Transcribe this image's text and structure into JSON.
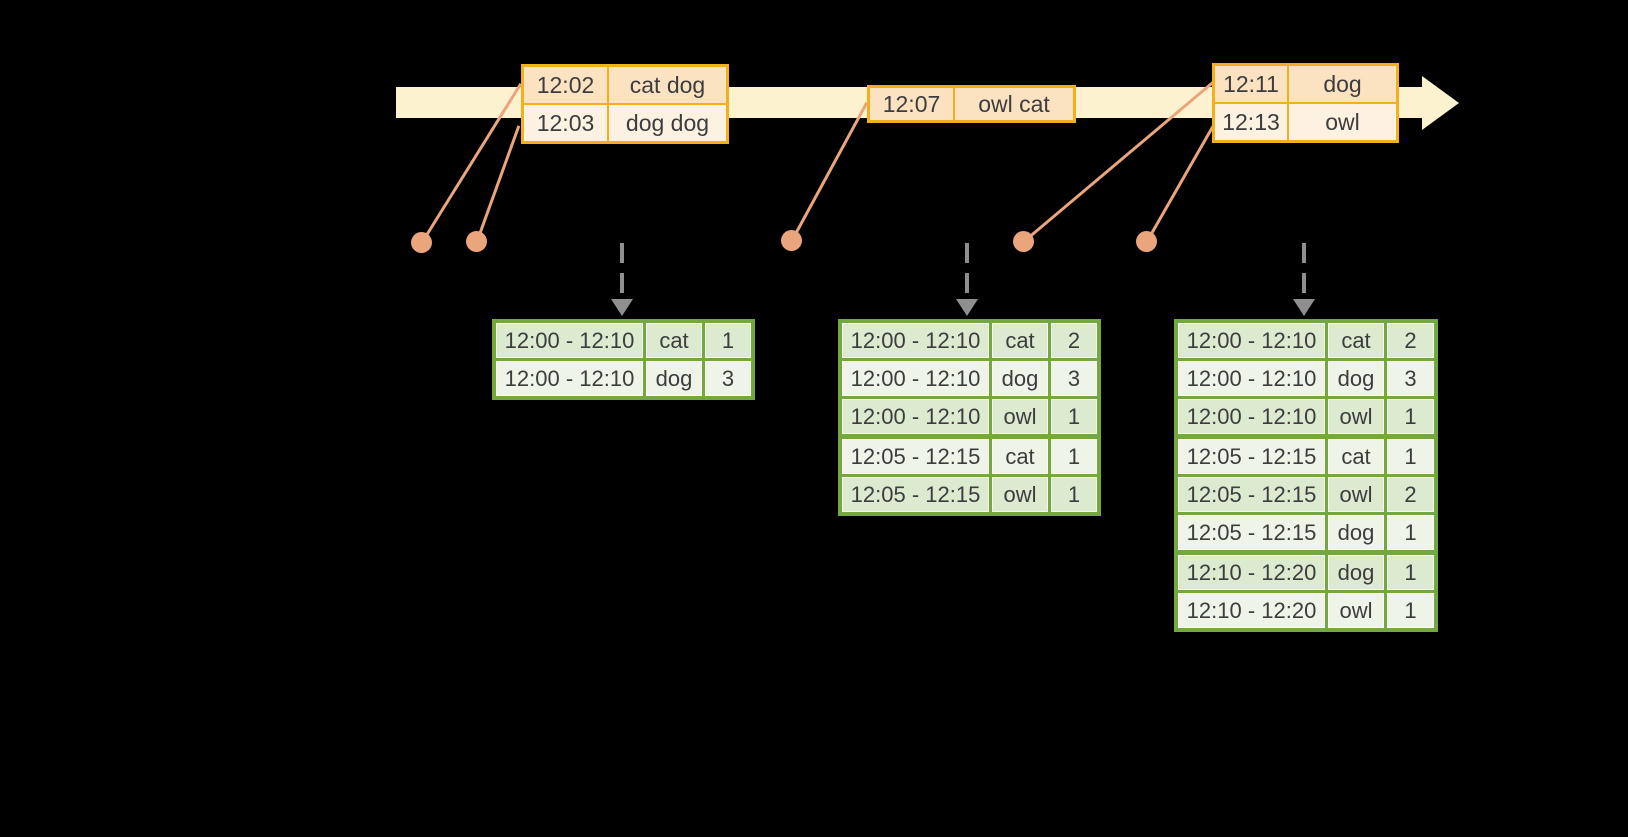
{
  "diagram": {
    "colors": {
      "background": "#000000",
      "timeline_fill": "#fdf2cf",
      "event_table_border": "#f2b01c",
      "event_row_odd": "#fbe2c1",
      "event_row_even": "#fdf2e2",
      "connector": "#eaa57d",
      "result_table_border": "#74a83e",
      "result_row_odd": "#dcead0",
      "result_row_even": "#eff4e9",
      "trigger_arrow": "#8f8f8f",
      "text": "#3d3d3d"
    },
    "event_stream_tables": [
      {
        "rows": [
          [
            "12:02",
            "cat dog"
          ],
          [
            "12:03",
            "dog dog"
          ]
        ]
      },
      {
        "rows": [
          [
            "12:07",
            "owl cat"
          ]
        ]
      },
      {
        "rows": [
          [
            "12:11",
            "dog"
          ],
          [
            "12:13",
            "owl"
          ]
        ]
      }
    ],
    "result_tables": [
      {
        "rows": [
          [
            "12:00 - 12:10",
            "cat",
            "1"
          ],
          [
            "12:00 - 12:10",
            "dog",
            "3"
          ]
        ]
      },
      {
        "rows": [
          [
            "12:00 - 12:10",
            "cat",
            "2"
          ],
          [
            "12:00 - 12:10",
            "dog",
            "3"
          ],
          [
            "12:00 - 12:10",
            "owl",
            "1"
          ],
          [
            "12:05 - 12:15",
            "cat",
            "1"
          ],
          [
            "12:05 - 12:15",
            "owl",
            "1"
          ]
        ]
      },
      {
        "rows": [
          [
            "12:00 - 12:10",
            "cat",
            "2"
          ],
          [
            "12:00 - 12:10",
            "dog",
            "3"
          ],
          [
            "12:00 - 12:10",
            "owl",
            "1"
          ],
          [
            "12:05 - 12:15",
            "cat",
            "1"
          ],
          [
            "12:05 - 12:15",
            "owl",
            "2"
          ],
          [
            "12:05 - 12:15",
            "dog",
            "1"
          ],
          [
            "12:10 - 12:20",
            "dog",
            "1"
          ],
          [
            "12:10 - 12:20",
            "owl",
            "1"
          ]
        ]
      }
    ]
  }
}
